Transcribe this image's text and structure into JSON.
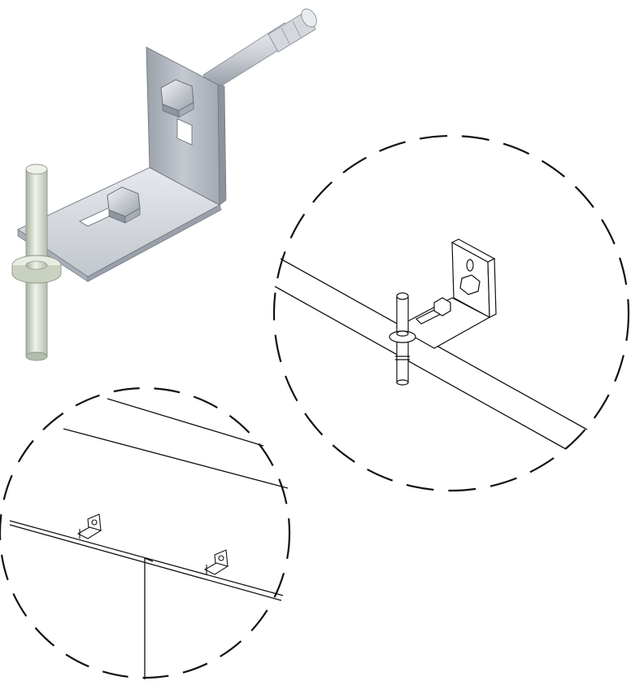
{
  "diagram": {
    "components": [
      {
        "id": "angle-bracket",
        "kind": "L-shaped steel bracket with slotted holes"
      },
      {
        "id": "expansion-anchor",
        "kind": "threaded anchor bolt"
      },
      {
        "id": "hex-bolt-vertical",
        "kind": "hex bolt"
      },
      {
        "id": "hex-bolt-horizontal",
        "kind": "hex bolt"
      },
      {
        "id": "support-pin",
        "kind": "cylindrical pin with washer"
      }
    ],
    "views": [
      "isometric-detail",
      "installed-detail-circle",
      "assembly-overview-circle"
    ],
    "colors": {
      "steel_light": "#e3e6ea",
      "steel_mid": "#b9bec6",
      "steel_dark": "#868d97",
      "pin": "#d9e0d2",
      "pin_shadow": "#a9b3a2",
      "line": "#111111"
    }
  }
}
